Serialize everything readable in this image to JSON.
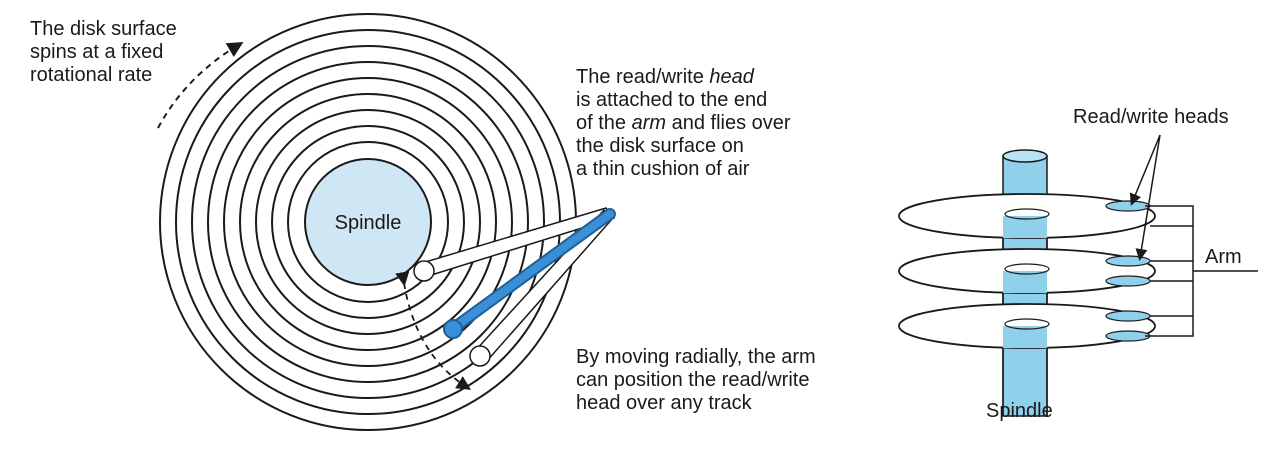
{
  "labels": {
    "spin_note": [
      "The disk surface",
      "spins at a fixed",
      "rotational rate"
    ],
    "head_note": [
      {
        "before": "The read/write ",
        "em": "head",
        "after": ""
      },
      {
        "before": "is attached to the end",
        "em": "",
        "after": ""
      },
      {
        "before": "of the ",
        "em": "arm",
        "after": " and flies over"
      },
      {
        "before": "the disk surface on",
        "em": "",
        "after": ""
      },
      {
        "before": "a thin cushion of air",
        "em": "",
        "after": ""
      }
    ],
    "move_note": [
      "By moving radially, the arm",
      "can position the read/write",
      "head over any track"
    ],
    "spindle_left": "Spindle",
    "heads_title": "Read/write heads",
    "arm": "Arm",
    "spindle_right": "Spindle"
  },
  "colors": {
    "stroke": "#1a1a1a",
    "spindle_fill": "#cfe6f5",
    "arm_blue": "#3a8fd6",
    "arm_blue_dark": "#1f5f99",
    "cylinder_fill": "#8fd0ea"
  }
}
